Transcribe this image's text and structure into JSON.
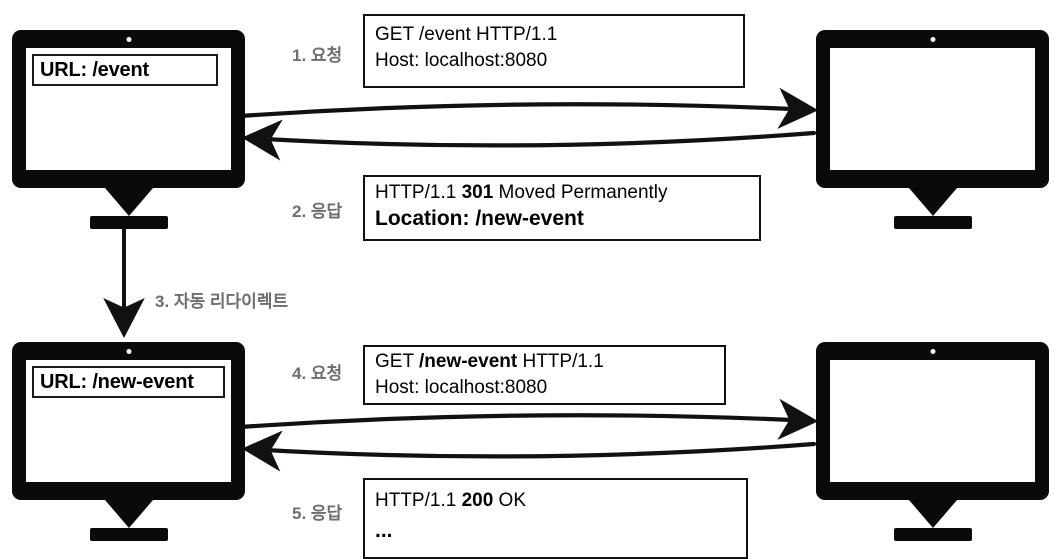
{
  "diagram": {
    "title": "HTTP 301 redirect sequence between client and server",
    "colors": {
      "ink": "#111111",
      "label_gray": "#6e6e6e",
      "screen_white": "#ffffff",
      "background": "#ffffff"
    }
  },
  "clients": [
    {
      "name": "client-top",
      "url_label": "URL: /event",
      "camera_icon": "camera-dot-icon"
    },
    {
      "name": "client-bottom",
      "url_label": "URL: /new-event",
      "camera_icon": "camera-dot-icon"
    }
  ],
  "servers": [
    {
      "name": "server-top",
      "screen_text": ""
    },
    {
      "name": "server-bottom",
      "screen_text": ""
    }
  ],
  "steps": [
    {
      "id": "step-1",
      "label": "1. 요청",
      "kind": "request",
      "lines": [
        [
          {
            "t": "GET /event HTTP/1.1",
            "bold": false
          }
        ],
        [
          {
            "t": "Host: localhost:8080",
            "bold": false
          }
        ]
      ]
    },
    {
      "id": "step-2",
      "label": "2. 응답",
      "kind": "response",
      "lines": [
        [
          {
            "t": "HTTP/1.1 ",
            "bold": false
          },
          {
            "t": "301",
            "bold": true
          },
          {
            "t": " Moved Permanently",
            "bold": false
          }
        ],
        [
          {
            "t": "Location: /new-event",
            "bold": true
          }
        ]
      ]
    },
    {
      "id": "step-3",
      "label": "3. 자동 리다이렉트",
      "kind": "auto-redirect",
      "lines": []
    },
    {
      "id": "step-4",
      "label": "4. 요청",
      "kind": "request",
      "lines": [
        [
          {
            "t": "GET ",
            "bold": false
          },
          {
            "t": "/new-event",
            "bold": true
          },
          {
            "t": " HTTP/1.1",
            "bold": false
          }
        ],
        [
          {
            "t": "Host: localhost:8080",
            "bold": false
          }
        ]
      ]
    },
    {
      "id": "step-5",
      "label": "5. 응답",
      "kind": "response",
      "lines": [
        [
          {
            "t": "HTTP/1.1 ",
            "bold": false
          },
          {
            "t": "200",
            "bold": true
          },
          {
            "t": " OK",
            "bold": false
          }
        ],
        [
          {
            "t": "...",
            "bold": true
          }
        ]
      ]
    }
  ],
  "arrows": [
    {
      "name": "request-arrow-top",
      "direction": "right",
      "icon": "arrow-right-icon"
    },
    {
      "name": "response-arrow-top",
      "direction": "left",
      "icon": "arrow-left-icon"
    },
    {
      "name": "redirect-arrow-vertical",
      "direction": "down",
      "icon": "arrow-down-icon"
    },
    {
      "name": "request-arrow-bottom",
      "direction": "right",
      "icon": "arrow-right-icon"
    },
    {
      "name": "response-arrow-bottom",
      "direction": "left",
      "icon": "arrow-left-icon"
    }
  ]
}
